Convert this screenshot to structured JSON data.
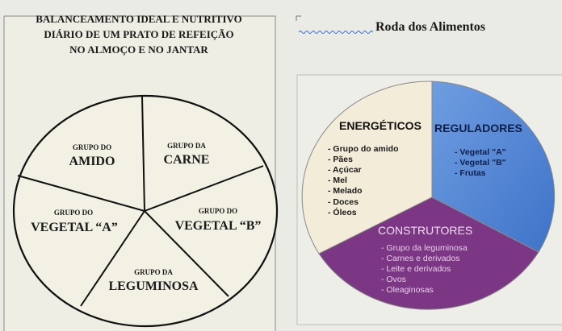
{
  "left": {
    "title_lines": [
      "BALANCEAMENTO IDEAL E NUTRITIVO",
      "DIÁRIO DE UM PRATO DE REFEIÇÃO",
      "NO ALMOÇO E NO JANTAR"
    ],
    "sections": [
      {
        "small": "GRUPO DO",
        "big": "AMIDO"
      },
      {
        "small": "GRUPO DA",
        "big": "CARNE"
      },
      {
        "small": "GRUPO DO",
        "big": "VEGETAL “A”"
      },
      {
        "small": "GRUPO DO",
        "big": "VEGETAL “B”"
      },
      {
        "small": "GRUPO DA",
        "big": "LEGUMINOSA"
      }
    ]
  },
  "right": {
    "title": "Roda dos Alimentos",
    "groups": [
      {
        "name": "ENERGÉTICOS",
        "color": "#f3ecd8",
        "items": [
          "- Grupo do amido",
          "- Pães",
          "- Açúcar",
          "- Mel",
          "- Melado",
          "- Doces",
          "- Óleos"
        ]
      },
      {
        "name": "REGULADORES",
        "color": "#4f84d4",
        "items": [
          "- Vegetal \"A\"",
          "- Vegetal \"B\"",
          "- Frutas"
        ]
      },
      {
        "name": "CONSTRUTORES",
        "color": "#7b3783",
        "items": [
          "- Grupo da leguminosa",
          "- Carnes e derivados",
          "- Leite e derivados",
          "- Ovos",
          "- Oleaginosas"
        ]
      }
    ]
  }
}
